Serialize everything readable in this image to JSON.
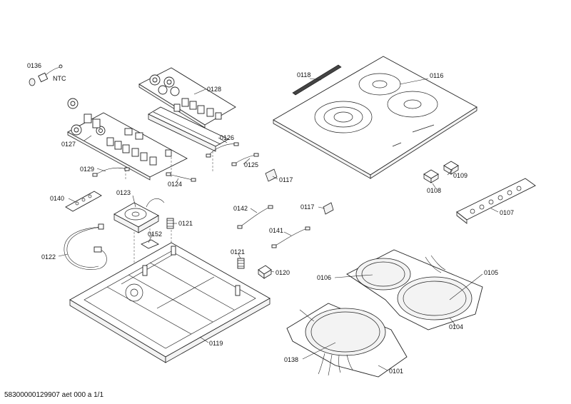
{
  "labels": {
    "p0136": "0136",
    "ntc": "NTC",
    "p0118": "0118",
    "p0116": "0116",
    "p0128": "0128",
    "p0127": "0127",
    "p0126": "0126",
    "p0125": "0125",
    "p0129": "0129",
    "p0124": "0124",
    "p0117a": "0117",
    "p0117b": "0117",
    "p0109": "0109",
    "p0108": "0108",
    "p0107": "0107",
    "p0140": "0140",
    "p0123": "0123",
    "p0142": "0142",
    "p0121a": "0121",
    "p0152": "0152",
    "p0141": "0141",
    "p0122": "0122",
    "p0121b": "0121",
    "p0120": "0120",
    "p0106": "0106",
    "p0105": "0105",
    "p0104": "0104",
    "p0119": "0119",
    "p0138": "0138",
    "p0101": "0101"
  },
  "footer": "58300000129907 aet 000 a 1/1"
}
